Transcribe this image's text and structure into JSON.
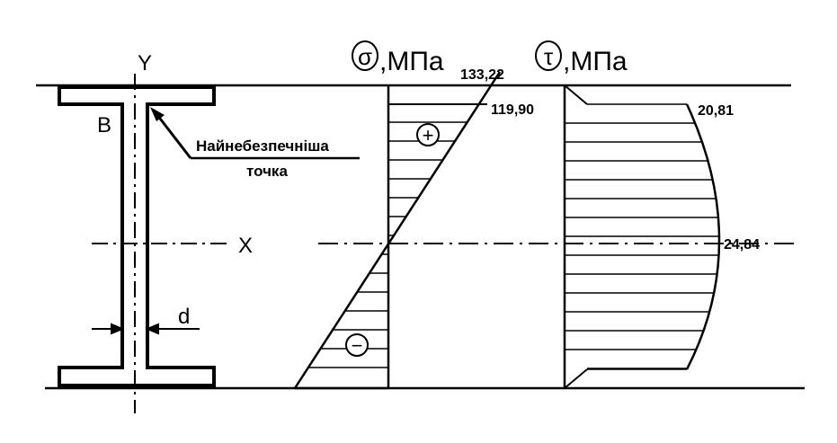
{
  "section": {
    "axis_y": "Y",
    "axis_x": "X",
    "point_b": "B",
    "dimension_d": "d",
    "callout_line1": "Найнебезпечніша",
    "callout_line2": "точка"
  },
  "sigma_diagram": {
    "symbol": "σ",
    "unit": ",МПа",
    "value_top_outer": "133,22",
    "value_top_inner": "119,90",
    "sign_positive": "+",
    "sign_negative": "−"
  },
  "tau_diagram": {
    "symbol": "τ",
    "unit": ",МПа",
    "value_flange_junction": "20,81",
    "value_neutral_axis": "24,84"
  }
}
